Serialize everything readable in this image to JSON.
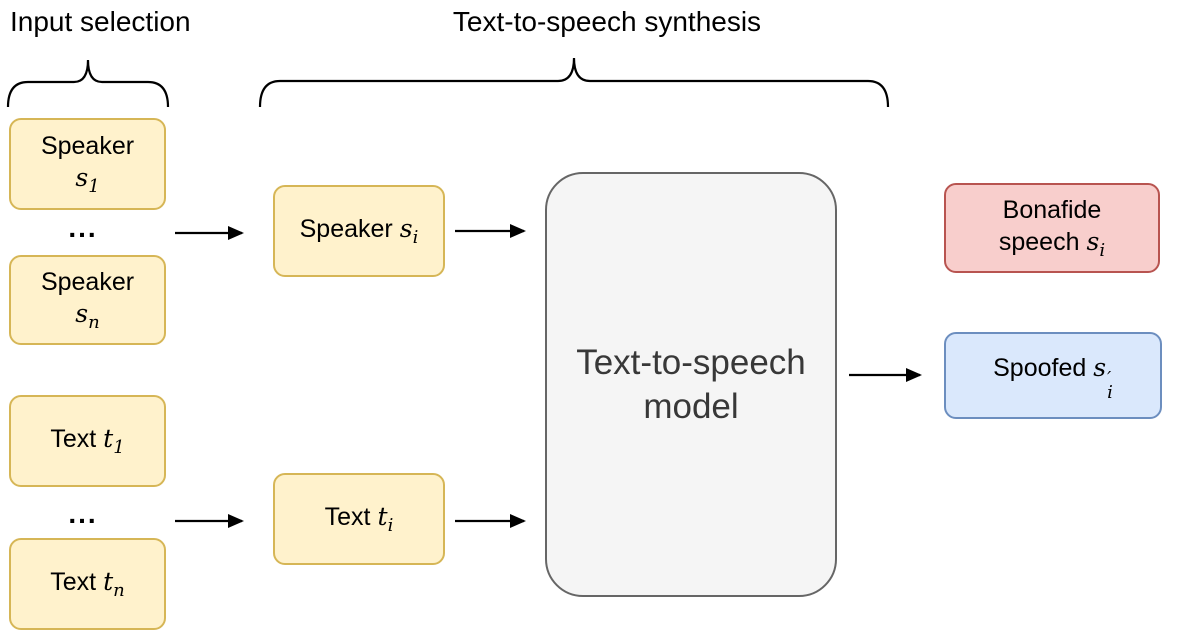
{
  "diagram": {
    "section_labels": {
      "input_selection": "Input selection",
      "tts_synthesis": "Text-to-speech synthesis"
    },
    "ellipsis": "...",
    "nodes": {
      "speaker_first": {
        "label": "Speaker",
        "var": "s",
        "sub": "1"
      },
      "speaker_last": {
        "label": "Speaker",
        "var": "s",
        "sub": "n"
      },
      "text_first": {
        "label": "Text",
        "var": "t",
        "sub": "1"
      },
      "text_last": {
        "label": "Text",
        "var": "t",
        "sub": "n"
      },
      "speaker_selected": {
        "label": "Speaker",
        "var": "s",
        "sub": "i"
      },
      "text_selected": {
        "label": "Text",
        "var": "t",
        "sub": "i"
      },
      "model": {
        "line1": "Text-to-speech",
        "line2": "model"
      },
      "bonafide": {
        "line1": "Bonafide",
        "line2_label": "speech",
        "var": "s",
        "sub": "i"
      },
      "spoofed": {
        "label": "Spoofed",
        "var": "s",
        "sup": "′",
        "sub": "i"
      }
    },
    "colors": {
      "input_node_fill": "#fff2cc",
      "input_node_border": "#d6b656",
      "bonafide_fill": "#f8cecc",
      "bonafide_border": "#b85450",
      "spoofed_fill": "#dae8fc",
      "spoofed_border": "#6c8ebf",
      "model_fill": "#f5f5f5",
      "model_border": "#666666",
      "line_color": "#000000"
    }
  }
}
